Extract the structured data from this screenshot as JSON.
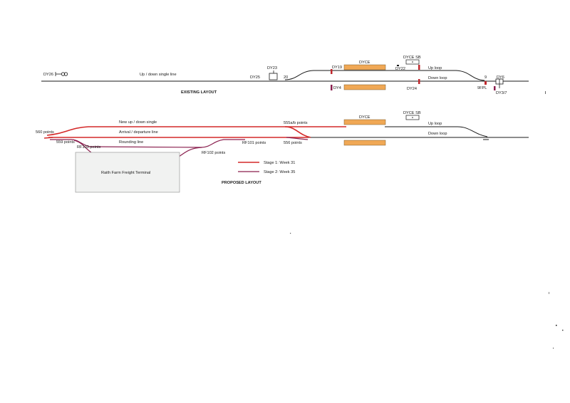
{
  "colors": {
    "stage1": "#d42828",
    "stage2": "#8a1f4e",
    "platform": "#f0a855",
    "track": "#1a1a1a",
    "terminal": "#f1f2f1"
  },
  "existing": {
    "caption": "EXISTING LAYOUT",
    "single_line": "Up / down single line",
    "up_loop": "Up loop",
    "down_loop": "Down loop",
    "station": "DYCE",
    "signal_box": "DYCE SB",
    "signals": {
      "dy26": "DY26",
      "dy23": "DY23",
      "dy25": "DY25",
      "points_20": "20",
      "dy19": "DY19",
      "dy22": "DY22",
      "dy4": "DY4",
      "dy24": "DY24",
      "points_9": "9",
      "dy6": "DY6",
      "fpl": "9FPL",
      "dy37": "DY3/7"
    }
  },
  "proposed": {
    "caption": "PROPOSED LAYOUT",
    "new_single": "New up / down single",
    "arrival_departure": "Arrival / departure line",
    "rounding": "Rounding line",
    "up_loop": "Up loop",
    "down_loop": "Down loop",
    "station": "DYCE",
    "signal_box": "DYCE SB",
    "points": {
      "p560": "560 points",
      "p559": "559 points",
      "rf103": "RF103 points",
      "rf102": "RF102 points",
      "rf101": "RF101 points",
      "p555": "555a/b points",
      "p556": "556 points"
    },
    "terminal": "Raith Farm Freight Terminal"
  },
  "legend": {
    "stage1": "Stage 1: Week 31",
    "stage2": "Stage 2: Week 35"
  }
}
